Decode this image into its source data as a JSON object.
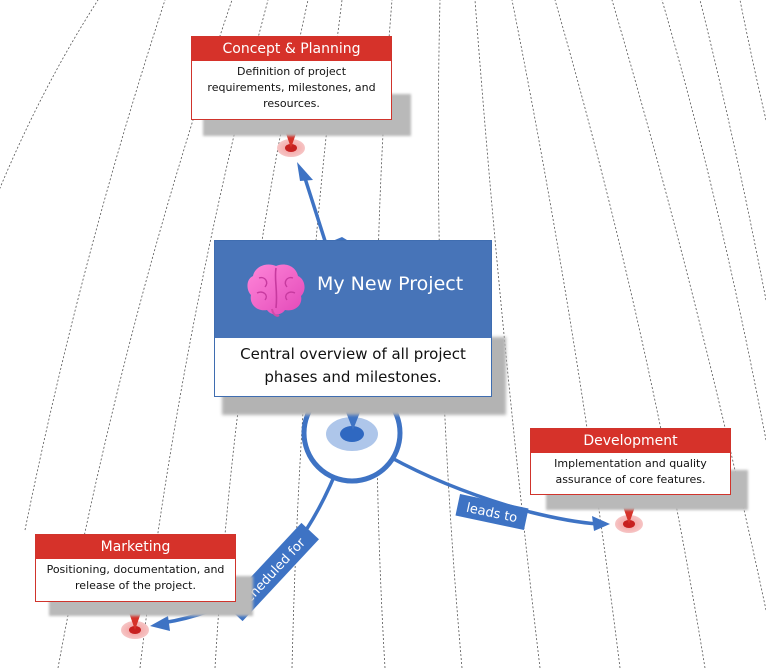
{
  "central": {
    "title": "My New Project",
    "description": "Central overview of all project phases and milestones."
  },
  "nodes": {
    "concept": {
      "title": "Concept & Planning",
      "description": "Definition of project requirements, milestones, and resources."
    },
    "development": {
      "title": "Development",
      "description": "Implementation and quality assurance of core features."
    },
    "marketing": {
      "title": "Marketing",
      "description": "Positioning, documentation, and release of the project."
    }
  },
  "connections": {
    "development_label": "leads to",
    "marketing_label": "scheduled for"
  },
  "colors": {
    "node_header": "#d6322a",
    "central_header": "#4774b8",
    "connector": "#3e73c4"
  },
  "icons": {
    "central": "brain-icon"
  }
}
